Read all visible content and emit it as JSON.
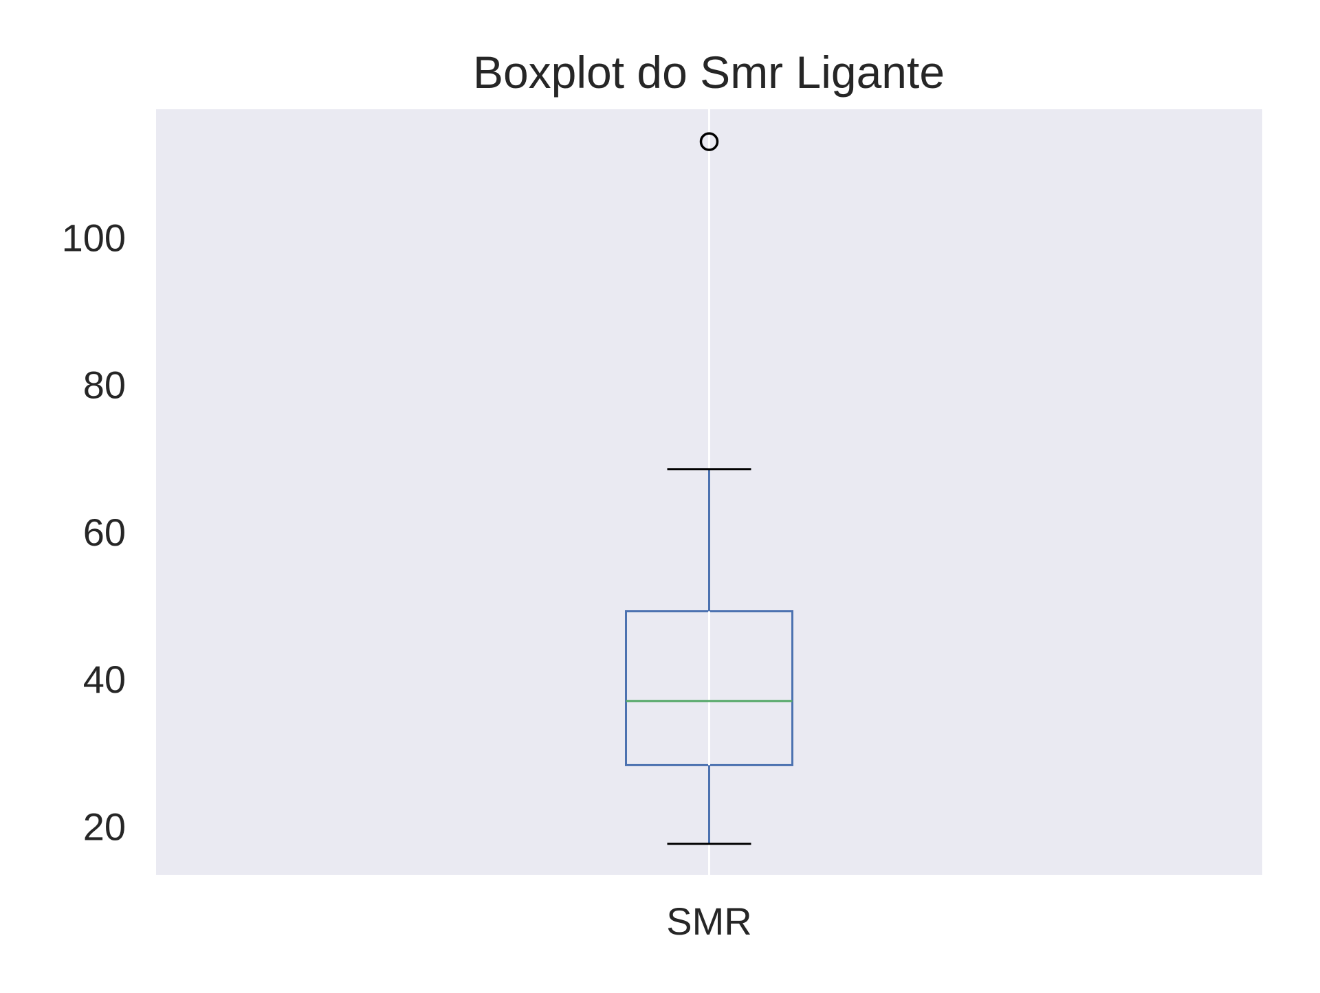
{
  "chart_data": {
    "type": "box",
    "title": "Boxplot do Smr Ligante",
    "xlabel": "",
    "ylabel": "",
    "categories": [
      "SMR"
    ],
    "ylim": [
      13.5,
      117.5
    ],
    "yticks": [
      20,
      40,
      60,
      80,
      100
    ],
    "grid": true,
    "legend": "none",
    "boxes": [
      {
        "category": "SMR",
        "whisker_low": 17.7,
        "q1": 28.4,
        "median": 37.1,
        "q3": 49.3,
        "whisker_high": 68.6,
        "outliers": [
          113.1
        ]
      }
    ],
    "colors": {
      "plot_background": "#eaeaf2",
      "gridline": "#ffffff",
      "box": "#4c72b0",
      "median": "#55a868",
      "whisker_cap": "#000000",
      "outlier": "#000000",
      "text": "#262626"
    }
  }
}
